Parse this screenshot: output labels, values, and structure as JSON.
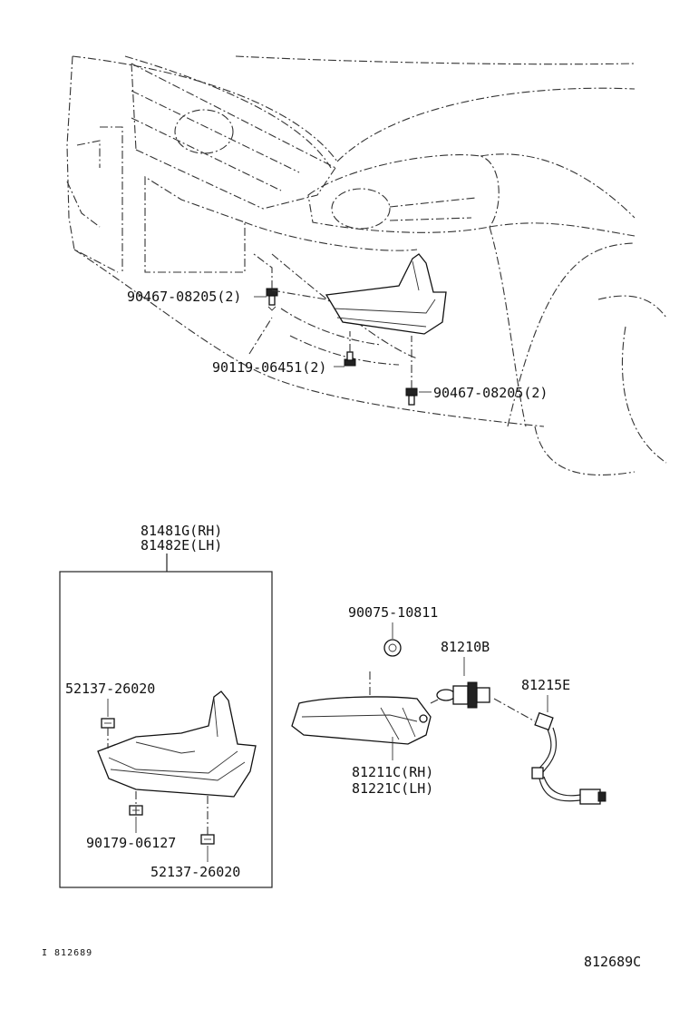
{
  "labels": {
    "bolt_top_left": "90467-08205(2)",
    "screw_mid": "90119-06451(2)",
    "bolt_right": "90467-08205(2)",
    "cover_rh": "81481G(RH)",
    "cover_lh": "81482E(LH)",
    "nut_top": "52137-26020",
    "clip": "90179-06127",
    "nut_bottom": "52137-26020",
    "gasket": "90075-10811",
    "bulb": "81210B",
    "socket": "81215E",
    "lamp_rh": "81211C(RH)",
    "lamp_lh": "81221C(LH)",
    "footer_left": "I 812689",
    "figure_id": "812689C"
  },
  "icons": [
    "bolt-icon",
    "screw-icon",
    "clip-nut-icon",
    "bulb-icon",
    "wire-harness-icon",
    "fog-lamp-icon",
    "lamp-cover-icon"
  ]
}
